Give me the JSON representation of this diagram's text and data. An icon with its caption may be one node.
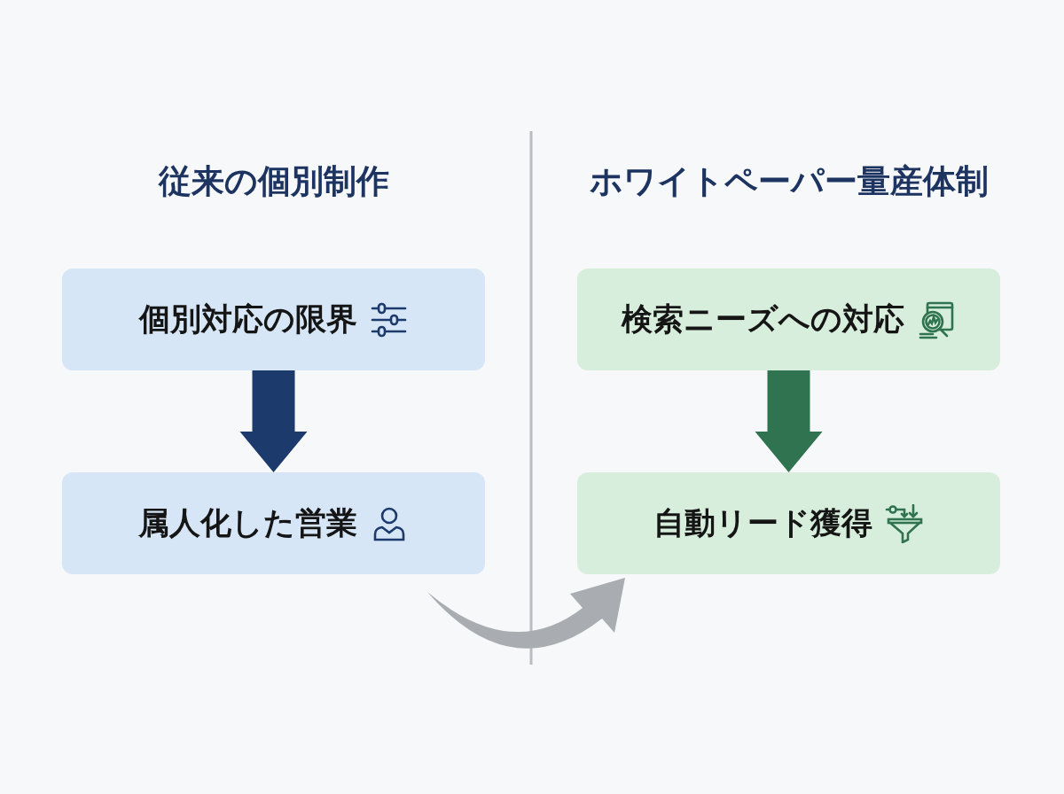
{
  "diagram": {
    "nodes": [
      {
        "text": [
          "個別対応の限界"
        ]
      },
      {
        "text": [
          "属人化した営業"
        ]
      },
      {
        "text": [
          "検索ニーズへの対応"
        ]
      },
      {
        "text": [
          "自動リード獲得"
        ]
      }
    ],
    "edges": [
      {
        "from": 0,
        "to": 1,
        "arrow": "to",
        "style": "thick",
        "color": "#1c3a6b"
      },
      {
        "from": 2,
        "to": 3,
        "arrow": "to",
        "style": "thick",
        "color": "#2f7350"
      },
      {
        "from": 1,
        "to": 3,
        "arrow": "to",
        "style": "thick",
        "color": "#a9adb2"
      }
    ],
    "labels": [
      "従来の個別制作",
      "ホワイトペーパー量産体制"
    ]
  }
}
